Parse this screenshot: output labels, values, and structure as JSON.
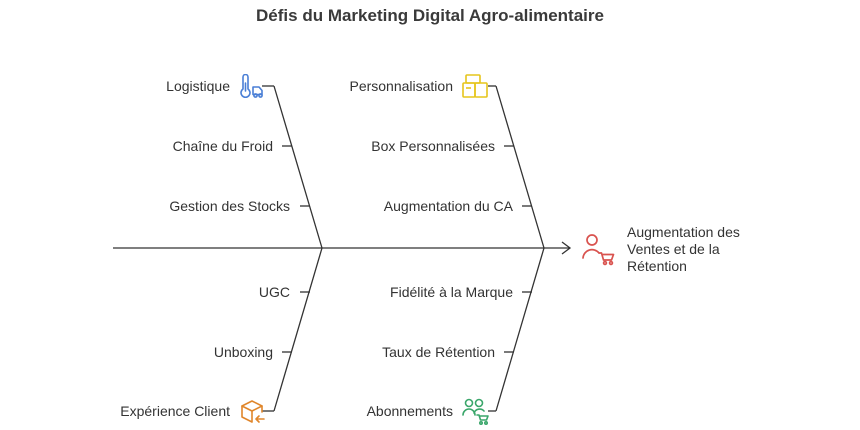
{
  "title": "Défis du Marketing Digital Agro-alimentaire",
  "effect": {
    "label_line1": "Augmentation des",
    "label_line2": "Ventes et de la",
    "label_line3": "Rétention",
    "icon": "person-cart-icon",
    "color": "#d9534f"
  },
  "bones": {
    "top_left": {
      "head": "Logistique",
      "items": [
        "Chaîne du Froid",
        "Gestion des Stocks"
      ],
      "icon": "thermometer-truck-icon",
      "color": "#4a7fd6"
    },
    "top_right": {
      "head": "Personnalisation",
      "items": [
        "Box Personnalisées",
        "Augmentation du CA"
      ],
      "icon": "box-stack-icon",
      "color": "#e6c51c"
    },
    "bottom_left": {
      "head": "Expérience Client",
      "items": [
        "Unboxing",
        "UGC"
      ],
      "icon": "open-box-icon",
      "color": "#e0862b"
    },
    "bottom_right": {
      "head": "Abonnements",
      "items": [
        "Taux de Rétention",
        "Fidélité à la Marque"
      ],
      "icon": "people-cart-icon",
      "color": "#3aa66a"
    }
  },
  "line_color": "#333333"
}
